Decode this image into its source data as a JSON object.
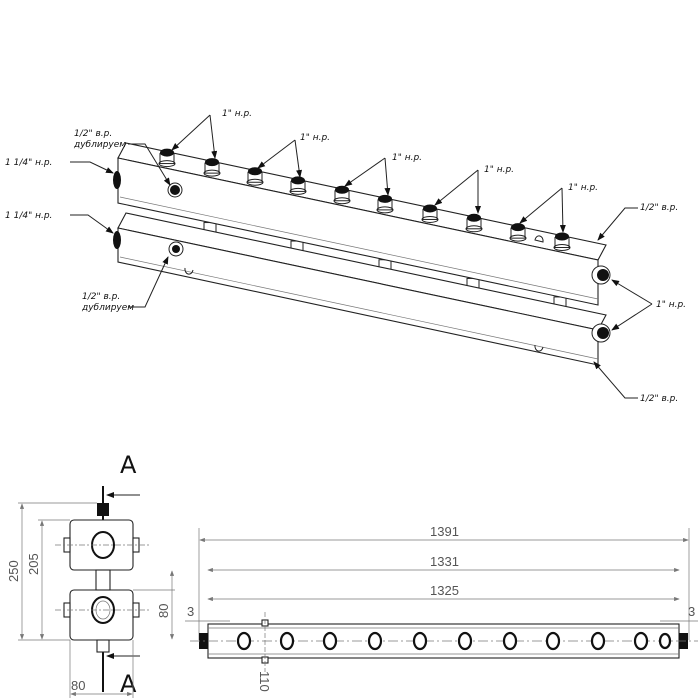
{
  "iso_view": {
    "nipple_labels": [
      "1\" н.р.",
      "1\" н.р.",
      "1\" н.р.",
      "1\" н.р.",
      "1\" н.р."
    ],
    "dup_top": {
      "line1": "1/2\" в.р.",
      "line2": "дублируем"
    },
    "dup_bottom": {
      "line1": "1/2\" в.р.",
      "line2": "дублируем"
    },
    "inlet_top": "1 1/4\" н.р.",
    "inlet_bottom": "1 1/4\" н.р.",
    "right_top": "1/2\" в.р.",
    "right_mid": "1\" н.р.",
    "right_bottom": "1/2\" в.р."
  },
  "section_view": {
    "section_mark_top": "А",
    "section_mark_bottom": "А",
    "dim_height_total": "250",
    "dim_axis_distance": "205",
    "dim_box_height": "80",
    "dim_box_width": "80"
  },
  "plan_view": {
    "dim_overall": "1391",
    "dim_body": "1331",
    "dim_inner": "1325",
    "dim_left_offset": "3",
    "dim_right_offset": "3",
    "dim_pitch": "110"
  }
}
